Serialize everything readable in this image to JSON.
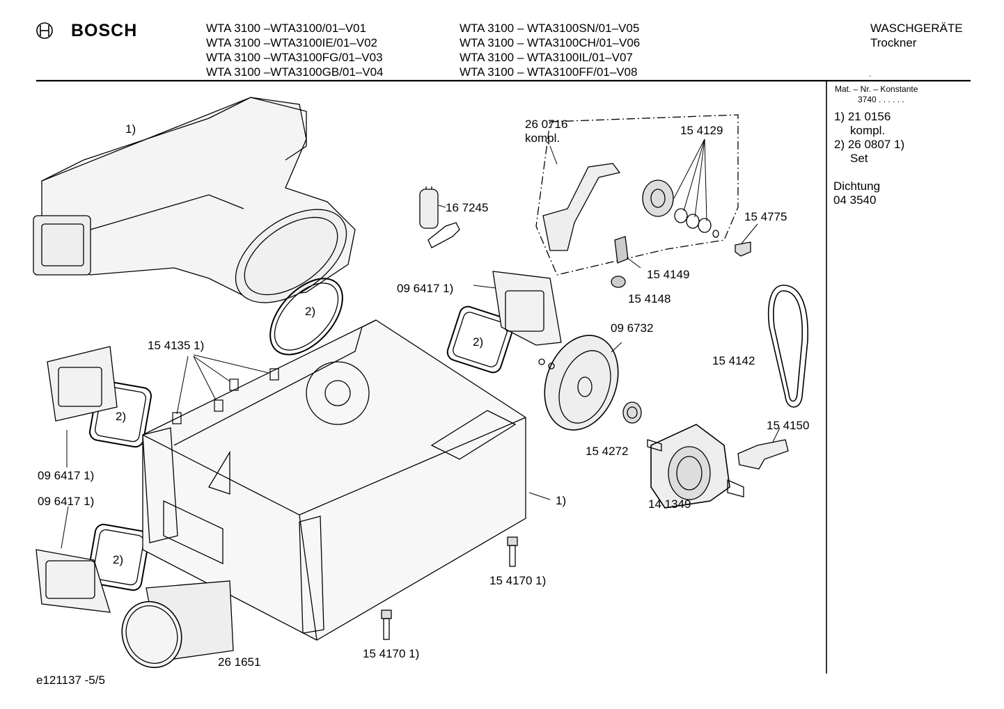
{
  "header": {
    "brand": "BOSCH",
    "models_left": [
      "WTA 3100 –WTA3100/01–V01",
      "WTA 3100 –WTA3100IE/01–V02",
      "WTA 3100 –WTA3100FG/01–V03",
      "WTA 3100 –WTA3100GB/01–V04"
    ],
    "models_right": [
      "WTA 3100 – WTA3100SN/01–V05",
      "WTA 3100 – WTA3100CH/01–V06",
      "WTA 3100 – WTA3100IL/01–V07",
      "WTA 3100 – WTA3100FF/01–V08"
    ],
    "category": "WASCHGERÄTE",
    "subcategory": "Trockner",
    "dot": "."
  },
  "sidebar": {
    "mat_label": "Mat. – Nr. – Konstante",
    "mat_value": "3740 . . . . . .",
    "notes": [
      "1) 21 0156",
      "kompl.",
      "2) 26 0807 1)",
      "Set"
    ],
    "seal_label": "Dichtung",
    "seal_number": "04 3540"
  },
  "parts": {
    "p1": "1)",
    "p2": "2)",
    "p3": "2)",
    "p4": "2)",
    "p5": "2)",
    "p6": "1)",
    "n260716": "26 0716",
    "kompl": "kompl.",
    "n154129": "15 4129",
    "n154775": "15 4775",
    "n167245": "16 7245",
    "n154149": "15 4149",
    "n154148": "15 4148",
    "n096417a": "09 6417 1)",
    "n096732": "09 6732",
    "n1541351": "15 4135 1)",
    "n154142": "15 4142",
    "n154150": "15 4150",
    "n154272": "15 4272",
    "n141349": "14 1349",
    "n096417b": "09 6417 1)",
    "n096417c": "09 6417 1)",
    "n1541701a": "15 4170 1)",
    "n1541701b": "15 4170 1)",
    "n261651": "26 1651"
  },
  "footer": {
    "code": "e121137 -5/5"
  }
}
